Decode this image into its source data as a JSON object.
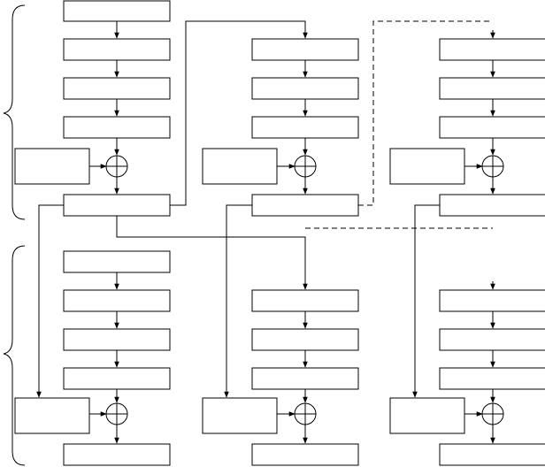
{
  "diagram": {
    "type": "block-flow",
    "stages": 2,
    "columns": 3,
    "blocks_per_column": 5,
    "operator": "xor",
    "colors": {
      "stroke": "#000000",
      "background": "#ffffff"
    }
  }
}
